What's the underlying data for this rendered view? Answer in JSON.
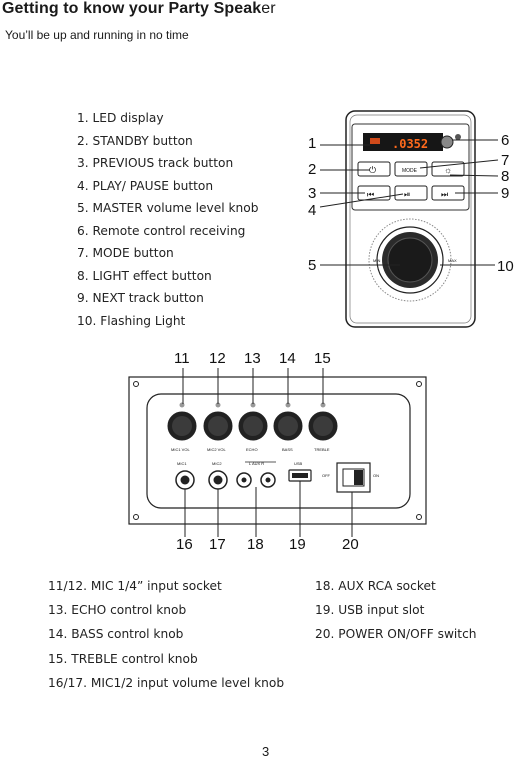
{
  "header": {
    "title_main": "Getting to know your Party Speak",
    "title_tail": "er",
    "subtitle": "You’ll be up and running in no time"
  },
  "front_panel_items": [
    "1. LED display",
    "2. STANDBY button",
    "3. PREVIOUS track button",
    "4. PLAY/ PAUSE button",
    "5. MASTER volume level knob",
    "6.  Remote control receiving",
    "7. MODE button",
    "8. LIGHT effect button",
    "9. NEXT track button",
    "10. Flashing Light"
  ],
  "front_panel": {
    "led_value": ".0352",
    "button_mode": "MODE",
    "knob_min": "MIN",
    "knob_max": "MAX",
    "callouts": [
      "1",
      "2",
      "3",
      "4",
      "5",
      "6",
      "7",
      "8",
      "9",
      "10"
    ]
  },
  "rear_panel": {
    "top_callouts": [
      "11",
      "12",
      "13",
      "14",
      "15"
    ],
    "bottom_callouts": [
      "16",
      "17",
      "18",
      "19",
      "20"
    ],
    "knob_labels": [
      "MIC1 VOL",
      "MIC2 VOL",
      "ECHO",
      "BASS",
      "TREBLE"
    ],
    "socket_labels": {
      "mic1": "MIC1",
      "mic2": "MIC2",
      "aux": "L AUX R",
      "usb": "USB",
      "off": "OFF",
      "on": "ON"
    }
  },
  "rear_panel_items_left": [
    "11/12. MIC 1/4” input socket",
    "13. ECHO control knob",
    "14. BASS control knob",
    "15. TREBLE control knob",
    "16/17. MIC1/2 input volume level knob"
  ],
  "rear_panel_items_right": [
    "18. AUX RCA socket",
    "19. USB input slot",
    "20. POWER ON/OFF switch"
  ],
  "page_number": "3"
}
